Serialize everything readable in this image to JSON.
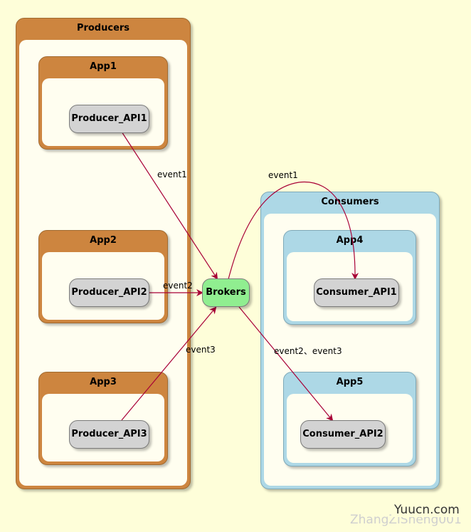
{
  "colors": {
    "background": "#fefed9",
    "producer_frame": "#cd853f",
    "consumer_frame": "#add8e6",
    "node_fill": "#d3d3d3",
    "broker_fill": "#90ee90",
    "edge": "#a80036"
  },
  "groups": {
    "producers": {
      "title": "Producers"
    },
    "consumers": {
      "title": "Consumers"
    },
    "app1": {
      "title": "App1"
    },
    "app2": {
      "title": "App2"
    },
    "app3": {
      "title": "App3"
    },
    "app4": {
      "title": "App4"
    },
    "app5": {
      "title": "App5"
    }
  },
  "nodes": {
    "producer_api1": "Producer_API1",
    "producer_api2": "Producer_API2",
    "producer_api3": "Producer_API3",
    "brokers": "Brokers",
    "consumer_api1": "Consumer_API1",
    "consumer_api2": "Consumer_API2"
  },
  "edges": [
    {
      "from": "Producer_API1",
      "to": "Brokers",
      "label": "event1"
    },
    {
      "from": "Producer_API2",
      "to": "Brokers",
      "label": "event2"
    },
    {
      "from": "Producer_API3",
      "to": "Brokers",
      "label": "event3"
    },
    {
      "from": "Brokers",
      "to": "Consumer_API1",
      "label": "event1"
    },
    {
      "from": "Brokers",
      "to": "Consumer_API2",
      "label": "event2、event3"
    }
  ],
  "watermark": {
    "text": "ZhangZiSheng001",
    "logo": "Yuucn.com"
  }
}
